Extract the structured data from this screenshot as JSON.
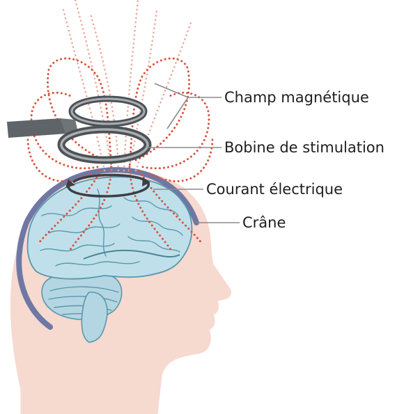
{
  "labels": {
    "magnetic_field": "Champ magnétique",
    "stimulation_coil": "Bobine de stimulation",
    "electric_current": "Courant électrique",
    "skull": "Crâne"
  },
  "colors": {
    "skin": "#f6d9cf",
    "brain": "#bfe0ea",
    "brain_outline": "#5a97ac",
    "skull": "#6f78a4",
    "coil": "#5f6468",
    "field_lines": "#d9533f",
    "current_arrow": "#3b3f44"
  }
}
